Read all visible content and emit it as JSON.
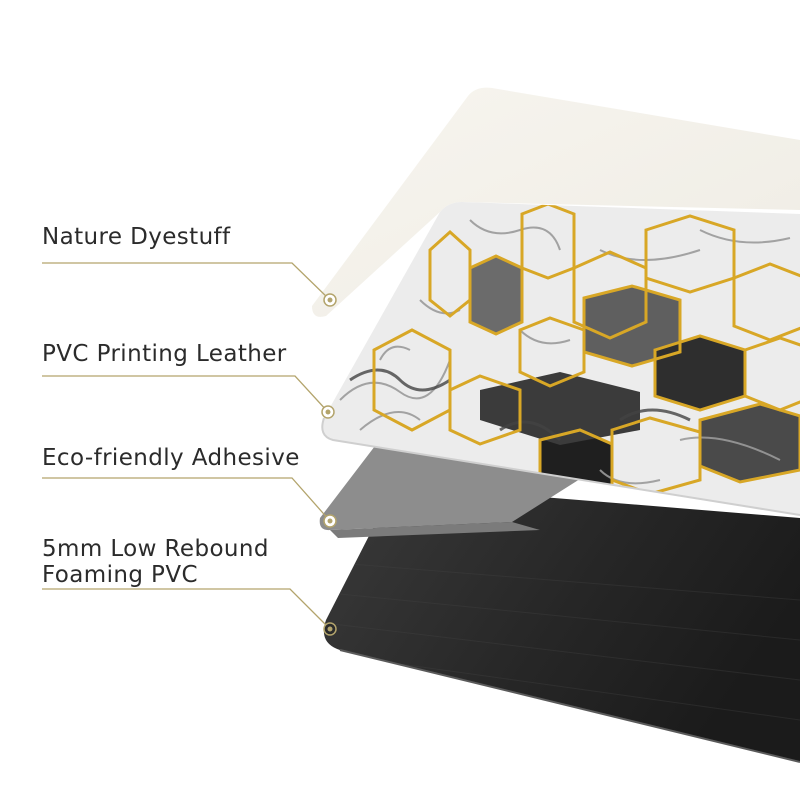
{
  "layers": [
    {
      "id": "nature",
      "lines": [
        "Nature Dyestuff"
      ]
    },
    {
      "id": "pvc",
      "lines": [
        "PVC Printing Leather"
      ]
    },
    {
      "id": "eco",
      "lines": [
        "Eco-friendly Adhesive"
      ]
    },
    {
      "id": "foam",
      "lines": [
        "5mm Low Rebound",
        "Foaming PVC"
      ]
    }
  ],
  "colors": {
    "leader_line": "#b3a46c",
    "top_layer": "#f4f1ea",
    "gold": "#d9a92c",
    "marble_light": "#ececec",
    "marble_dark": "#6e6e6e",
    "adhesive": "#8a8a8a",
    "foam": "#2c2c2c"
  }
}
